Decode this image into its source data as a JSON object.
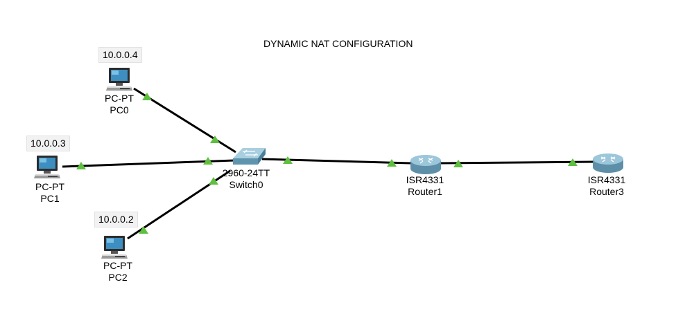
{
  "diagram": {
    "title": "DYNAMIC NAT CONFIGURATION"
  },
  "devices": {
    "pc0": {
      "ip": "10.0.0.4",
      "model": "PC-PT",
      "name": "PC0"
    },
    "pc1": {
      "ip": "10.0.0.3",
      "model": "PC-PT",
      "name": "PC1"
    },
    "pc2": {
      "ip": "10.0.0.2",
      "model": "PC-PT",
      "name": "PC2"
    },
    "switch0": {
      "model": "2960-24TT",
      "name": "Switch0"
    },
    "router1": {
      "model": "ISR4331",
      "name": "Router1"
    },
    "router3": {
      "model": "ISR4331",
      "name": "Router3"
    }
  },
  "links": [
    {
      "from": "PC0",
      "to": "Switch0"
    },
    {
      "from": "PC1",
      "to": "Switch0"
    },
    {
      "from": "PC2",
      "to": "Switch0"
    },
    {
      "from": "Switch0",
      "to": "Router1"
    },
    {
      "from": "Router1",
      "to": "Router3"
    }
  ],
  "colors": {
    "link": "#000000",
    "link_status_up": "#5fbf3f",
    "pc_screen": "#3c8fc0",
    "router_body": "#7fb0c8",
    "switch_body": "#6fa3bc",
    "ip_label_bg": "#f2f2f2"
  }
}
